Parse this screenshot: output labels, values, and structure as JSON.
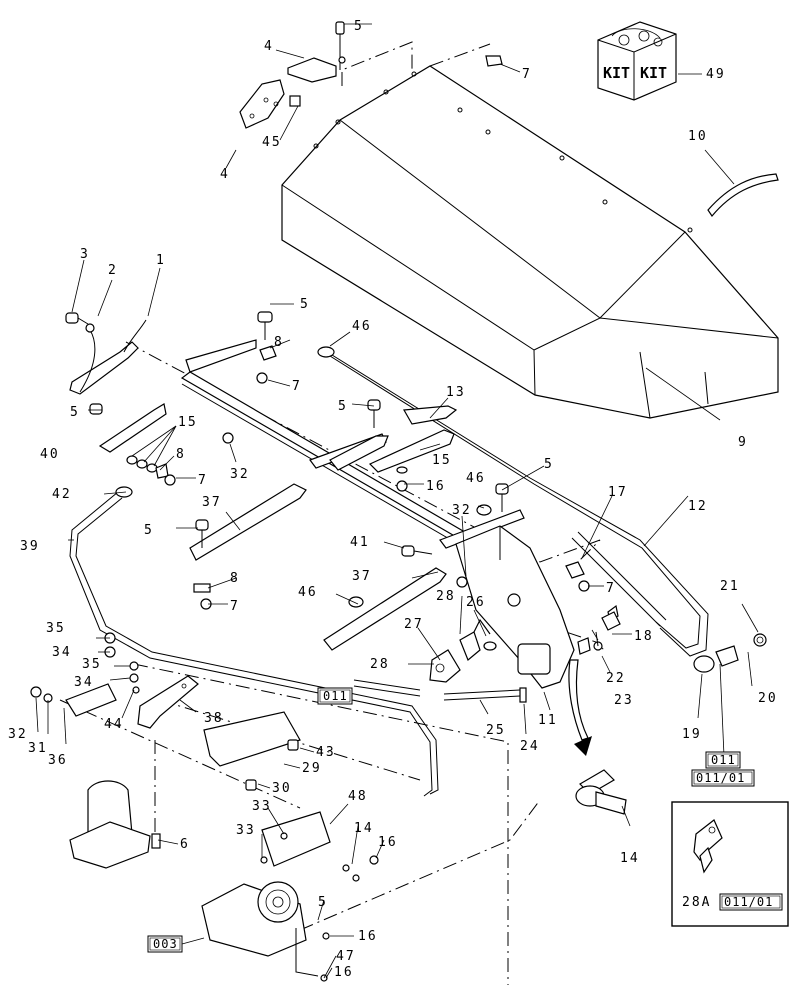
{
  "kit_label": "KIT",
  "callouts": [
    {
      "id": "c5a",
      "text": "5"
    },
    {
      "id": "c4a",
      "text": "4"
    },
    {
      "id": "c7a",
      "text": "7"
    },
    {
      "id": "c49",
      "text": "49"
    },
    {
      "id": "c45",
      "text": "45"
    },
    {
      "id": "c4b",
      "text": "4"
    },
    {
      "id": "c10",
      "text": "10"
    },
    {
      "id": "c3",
      "text": "3"
    },
    {
      "id": "c2",
      "text": "2"
    },
    {
      "id": "c1",
      "text": "1"
    },
    {
      "id": "c5b",
      "text": "5"
    },
    {
      "id": "c8a",
      "text": "8"
    },
    {
      "id": "c46a",
      "text": "46"
    },
    {
      "id": "c7b",
      "text": "7"
    },
    {
      "id": "c5c",
      "text": "5"
    },
    {
      "id": "c40",
      "text": "40"
    },
    {
      "id": "c15a",
      "text": "15"
    },
    {
      "id": "c8b",
      "text": "8"
    },
    {
      "id": "c7c",
      "text": "7"
    },
    {
      "id": "c32a",
      "text": "32"
    },
    {
      "id": "c13",
      "text": "13"
    },
    {
      "id": "c5d",
      "text": "5"
    },
    {
      "id": "c15b",
      "text": "15"
    },
    {
      "id": "c16a",
      "text": "16"
    },
    {
      "id": "c9",
      "text": "9"
    },
    {
      "id": "c42",
      "text": "42"
    },
    {
      "id": "c39",
      "text": "39"
    },
    {
      "id": "c37a",
      "text": "37"
    },
    {
      "id": "c5e",
      "text": "5"
    },
    {
      "id": "c46b",
      "text": "46"
    },
    {
      "id": "c5f",
      "text": "5"
    },
    {
      "id": "c32b",
      "text": "32"
    },
    {
      "id": "c17",
      "text": "17"
    },
    {
      "id": "c12",
      "text": "12"
    },
    {
      "id": "c41",
      "text": "41"
    },
    {
      "id": "c8c",
      "text": "8"
    },
    {
      "id": "c7d",
      "text": "7"
    },
    {
      "id": "c7e",
      "text": "7"
    },
    {
      "id": "c46c",
      "text": "46"
    },
    {
      "id": "c37b",
      "text": "37"
    },
    {
      "id": "c21",
      "text": "21"
    },
    {
      "id": "c28a",
      "text": "28"
    },
    {
      "id": "c26",
      "text": "26"
    },
    {
      "id": "c27",
      "text": "27"
    },
    {
      "id": "c18",
      "text": "18"
    },
    {
      "id": "c35a",
      "text": "35"
    },
    {
      "id": "c34a",
      "text": "34"
    },
    {
      "id": "c35b",
      "text": "35"
    },
    {
      "id": "c34b",
      "text": "34"
    },
    {
      "id": "c28b",
      "text": "28"
    },
    {
      "id": "c22",
      "text": "22"
    },
    {
      "id": "c23",
      "text": "23"
    },
    {
      "id": "c20",
      "text": "20"
    },
    {
      "id": "c19",
      "text": "19"
    },
    {
      "id": "c11",
      "text": "11"
    },
    {
      "id": "c25",
      "text": "25"
    },
    {
      "id": "c24",
      "text": "24"
    },
    {
      "id": "c32c",
      "text": "32"
    },
    {
      "id": "c31",
      "text": "31"
    },
    {
      "id": "c36",
      "text": "36"
    },
    {
      "id": "c44",
      "text": "44"
    },
    {
      "id": "c38",
      "text": "38"
    },
    {
      "id": "c43",
      "text": "43"
    },
    {
      "id": "c29",
      "text": "29"
    },
    {
      "id": "c30",
      "text": "30"
    },
    {
      "id": "c48",
      "text": "48"
    },
    {
      "id": "c33a",
      "text": "33"
    },
    {
      "id": "c33b",
      "text": "33"
    },
    {
      "id": "c6",
      "text": "6"
    },
    {
      "id": "c14a",
      "text": "14"
    },
    {
      "id": "c16b",
      "text": "16"
    },
    {
      "id": "c14b",
      "text": "14"
    },
    {
      "id": "c5g",
      "text": "5"
    },
    {
      "id": "c16c",
      "text": "16"
    },
    {
      "id": "c47",
      "text": "47"
    },
    {
      "id": "c16d",
      "text": "16"
    },
    {
      "id": "c28A",
      "text": "28A"
    }
  ],
  "boxed_refs": [
    {
      "id": "b011a",
      "text": "011"
    },
    {
      "id": "b011b",
      "text": "011"
    },
    {
      "id": "b01101a",
      "text": "011/01"
    },
    {
      "id": "b01101b",
      "text": "011/01"
    },
    {
      "id": "b003",
      "text": "003"
    }
  ]
}
